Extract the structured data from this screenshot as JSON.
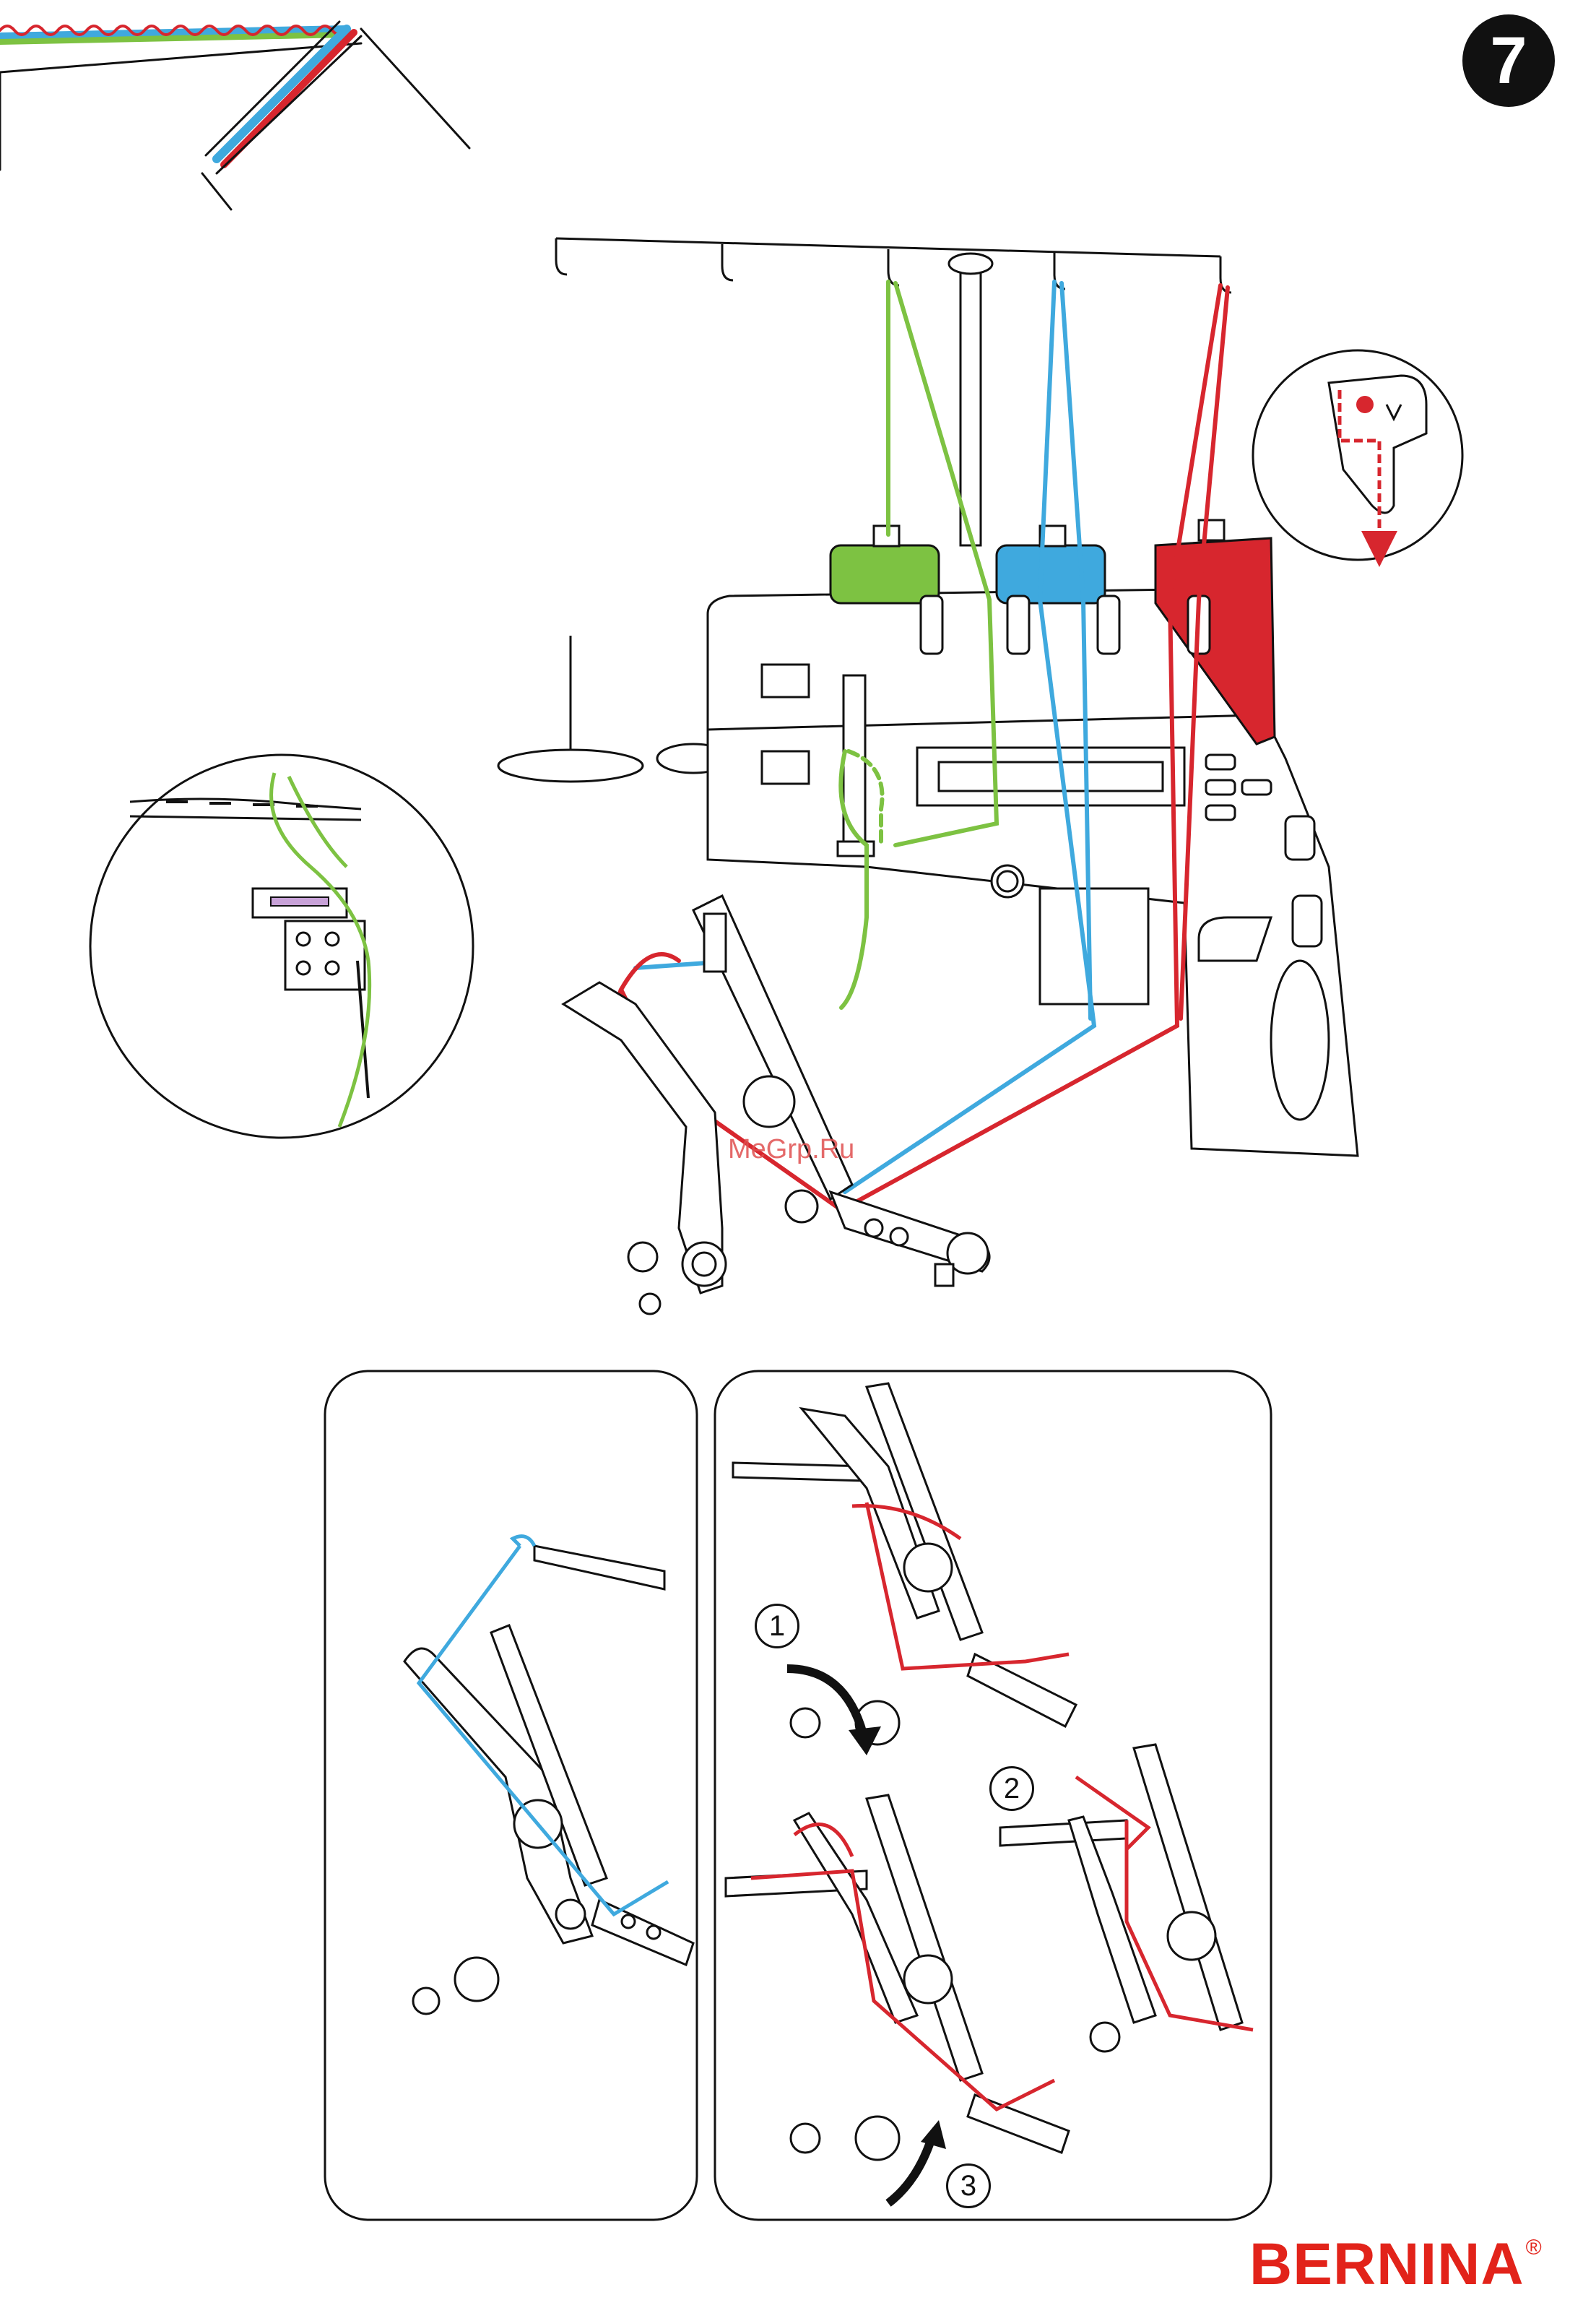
{
  "step_number": "7",
  "watermark": "MeGrp.Ru",
  "brand": {
    "name": "BERNINA",
    "registered": "®"
  },
  "sub_steps": [
    "1",
    "2",
    "3"
  ],
  "colors": {
    "green_thread": "#7dc242",
    "blue_thread": "#3fa9de",
    "red_thread": "#d7262e",
    "line": "#111111",
    "brand_red": "#e2231a"
  },
  "icons": {
    "rotate_arrow": "curved-arrow-icon",
    "down_arrow": "down-arrow-icon",
    "up_arrow": "up-arrow-icon"
  }
}
